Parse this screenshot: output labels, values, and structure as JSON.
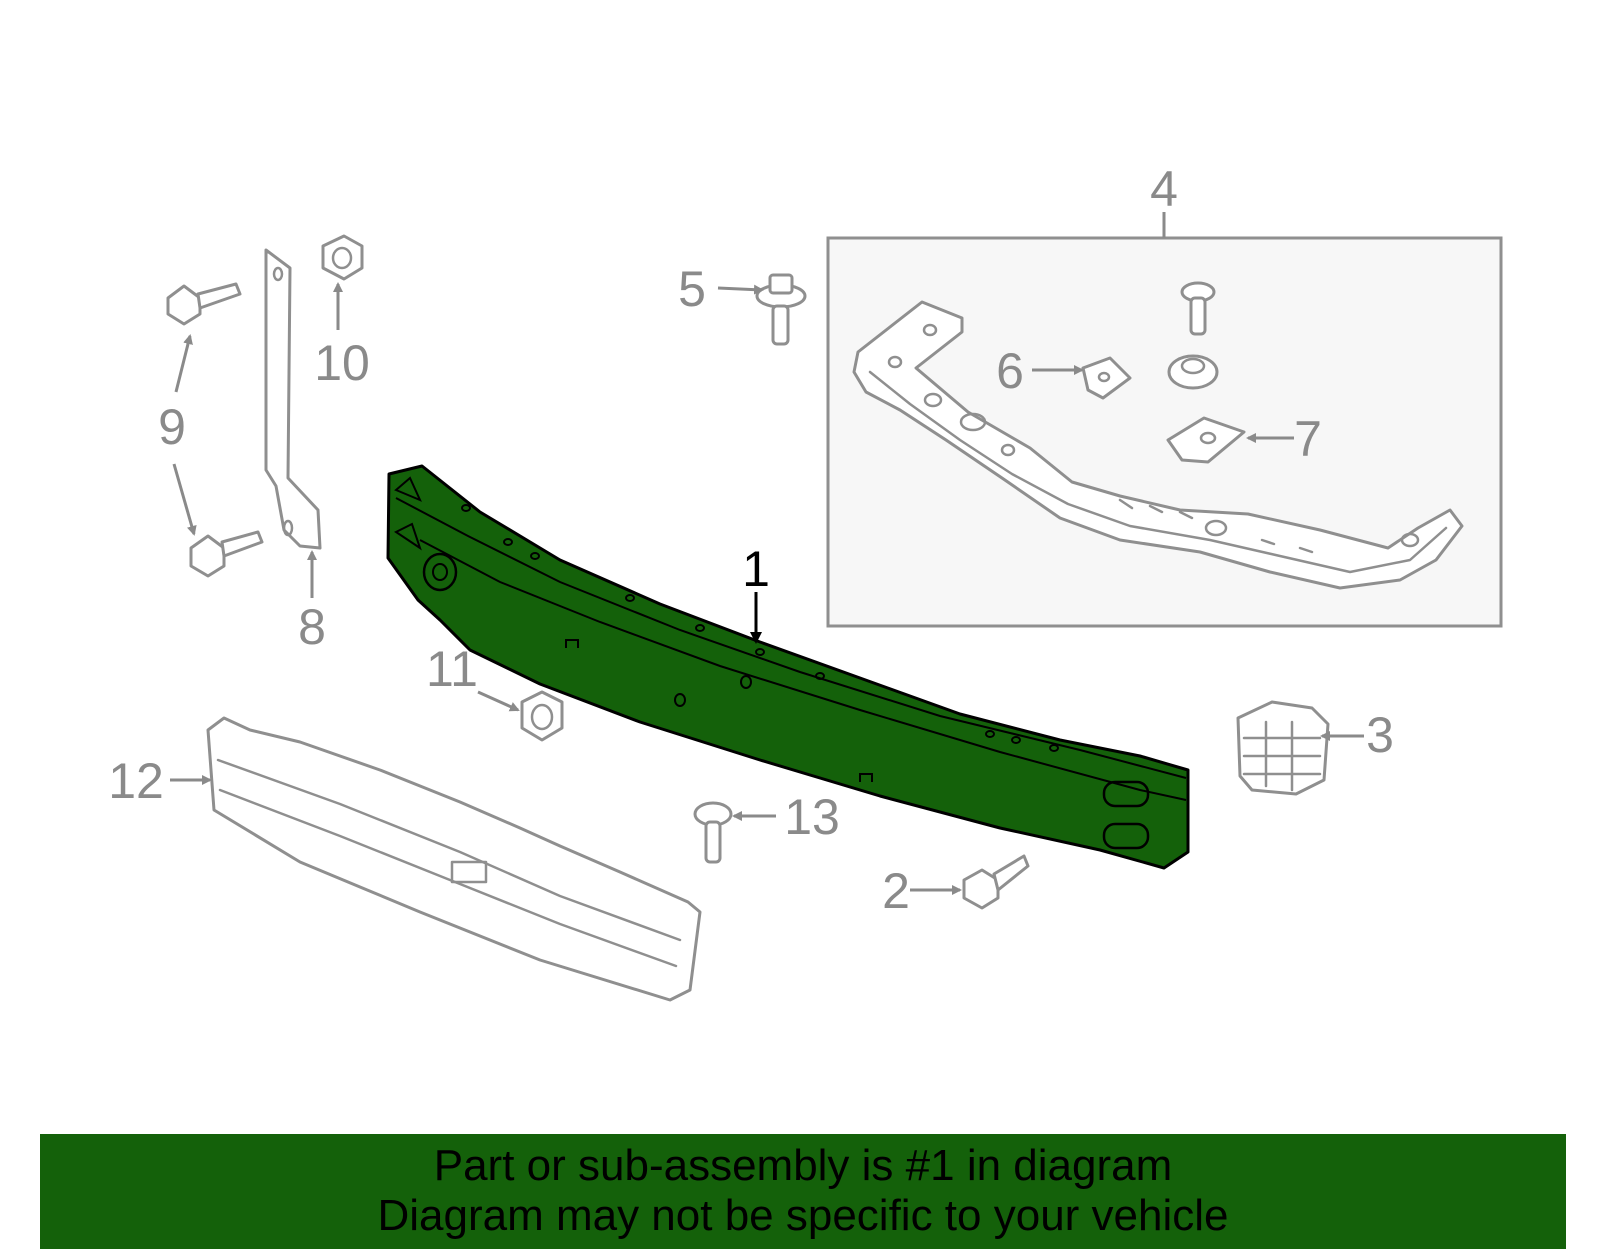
{
  "colors": {
    "highlight": "#14610a",
    "part_stroke": "#8f8f8f",
    "callout_text": "#8a8a8a",
    "box_fill": "#f7f7f7"
  },
  "callouts": {
    "c1": "1",
    "c2": "2",
    "c3": "3",
    "c4": "4",
    "c5": "5",
    "c6": "6",
    "c7": "7",
    "c8": "8",
    "c9": "9",
    "c10": "10",
    "c11": "11",
    "c12": "12",
    "c13": "13"
  },
  "highlighted_part": "1",
  "banner": {
    "line1": "Part or sub-assembly is #1 in diagram",
    "line2": "Diagram may not be specific to your vehicle"
  }
}
